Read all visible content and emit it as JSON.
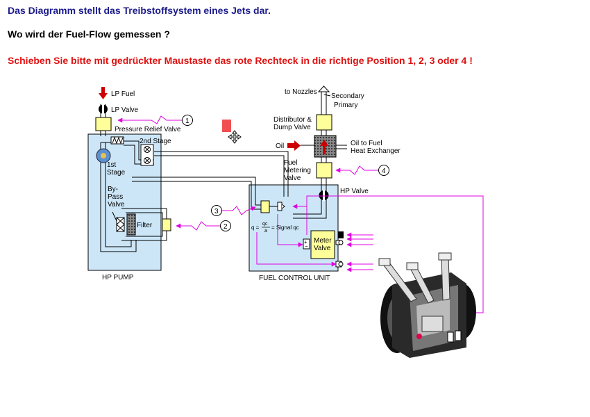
{
  "header": {
    "description": "Das Diagramm stellt das Treibstoffsystem eines Jets dar.",
    "question": "Wo wird der Fuel-Flow gemessen ?",
    "instruction": "Schieben Sie bitte mit gedrückter Maustaste das rote Rechteck in die richtige Position 1, 2, 3 oder 4 !"
  },
  "labels": {
    "lp_fuel": "LP Fuel",
    "lp_valve": "LP Valve",
    "pressure_relief": "Pressure Relief Valve",
    "second_stage": "2nd Stage",
    "first_stage_1": "1st",
    "first_stage_2": "Stage",
    "bypass_1": "By-",
    "bypass_2": "Pass",
    "bypass_3": "Valve",
    "filter": "Filter",
    "hp_pump": "HP PUMP",
    "to_nozzles": "to Nozzles",
    "secondary": "Secondary",
    "primary": "Primary",
    "distributor_1": "Distributor &",
    "distributor_2": "Dump Valve",
    "oil": "Oil",
    "oil_to_fuel_1": "Oil to Fuel",
    "oil_to_fuel_2": "Heat Exchanger",
    "fuel_metering_1": "Fuel",
    "fuel_metering_2": "Metering",
    "fuel_metering_3": "Valve",
    "hp_valve": "HP Valve",
    "signal_formula": "q = qc/a = Signal qc",
    "formula_q": "q =",
    "formula_num": "qc",
    "formula_den": "a",
    "formula_rest": "= Signal  qc",
    "meter_valve_1": "Meter",
    "meter_valve_2": "Valve",
    "fcu": "FUEL CONTROL UNIT"
  },
  "positions": [
    "1",
    "2",
    "3",
    "4"
  ],
  "colors": {
    "header_blue": "#1a1a8c",
    "instruction_red": "#e01010",
    "box_fill": "#cce6f7",
    "valve_yellow": "#ffff99",
    "pointer_magenta": "#e000e0",
    "draggable_red": "#f05050"
  }
}
